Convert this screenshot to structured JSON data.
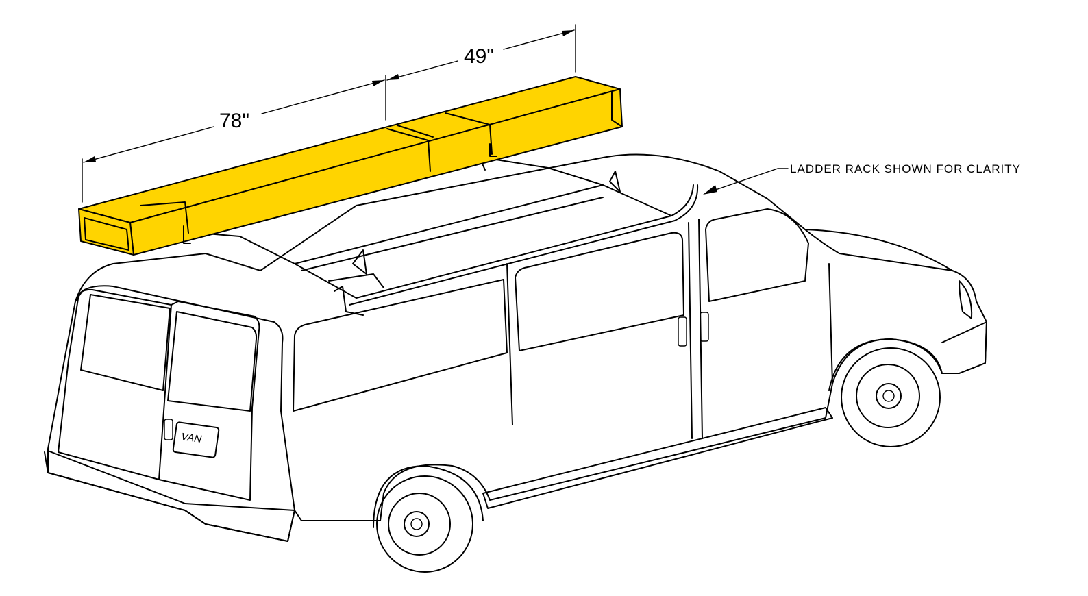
{
  "dimensions": {
    "overall_section": "78\"",
    "extension_section": "49\""
  },
  "callout": {
    "ladder_rack_label": "LADDER RACK SHOWN FOR CLARITY"
  },
  "license_plate": {
    "text": "VAN"
  },
  "colors": {
    "storage_tube_fill": "#FFD400",
    "line_color": "#000000",
    "background": "#FFFFFF"
  }
}
